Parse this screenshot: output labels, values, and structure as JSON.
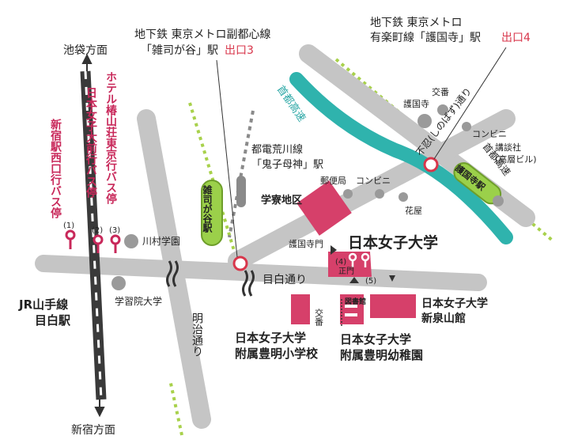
{
  "map": {
    "colors": {
      "road": "#c5c5c5",
      "campus": "#d6406a",
      "subway_line": "#2fb3ad",
      "jr_line": "#3a3a3a",
      "accent_red": "#d8364b",
      "green_dots": "#a8d14b",
      "station_badge": "#9bd04a"
    },
    "directions": {
      "ikebukuro": "池袋方面",
      "shinjuku": "新宿方面"
    },
    "stations": {
      "jr_mejiro": [
        "JR山手線",
        "目白駅"
      ],
      "fukutoshin_line1": "地下鉄 東京メトロ副都心線",
      "fukutoshin_line2": "「雑司が谷」駅",
      "fukutoshin_exit": "出口3",
      "yurakucho_line1": "地下鉄 東京メトロ",
      "yurakucho_line2": "有楽町線「護国寺」駅",
      "yurakucho_exit": "出口4",
      "toden_line1": "都電荒川線",
      "toden_line2": "「鬼子母神」駅",
      "zoshigaya_badge": "雑司が谷駅",
      "gokokuji_badge": "護国寺駅"
    },
    "bus_stops": {
      "shinjuku": "新宿駅西口行バス停",
      "nihon_joshi": "日本女子大前行バス停",
      "hotel": "ホテル椿山荘東京行バス停",
      "n1": "(1)",
      "n2": "(2)",
      "n3": "(3)",
      "n4": "(4)",
      "n5": "(5)"
    },
    "roads": {
      "mejiro": "目白通り",
      "meiji": "明治通り",
      "shuto": "首都高速",
      "shinobazu": "不忍(しのばず)通り",
      "shuto2": "首都高速"
    },
    "places": {
      "kawamura": "川村学園",
      "gakushuin": "学習院大学",
      "gokokuji_temple": "護国寺",
      "koban1": "交番",
      "koban2": "交番",
      "conveni1": "コンビニ",
      "conveni2": "コンビニ",
      "post": "郵便局",
      "florist": "花屋",
      "kodansha": "講談社",
      "kodansha2": "(高層ビル)",
      "gakuryo": "学寮地区",
      "gokokuji_gate": "護国寺門",
      "main_gate": "正門",
      "library": "図書館"
    },
    "campus": {
      "main": "日本女子大学",
      "izumiyama1": "日本女子大学",
      "izumiyama2": "新泉山館",
      "elem1": "日本女子大学",
      "elem2": "附属豊明小学校",
      "kinder1": "日本女子大学",
      "kinder2": "附属豊明幼稚園"
    }
  }
}
